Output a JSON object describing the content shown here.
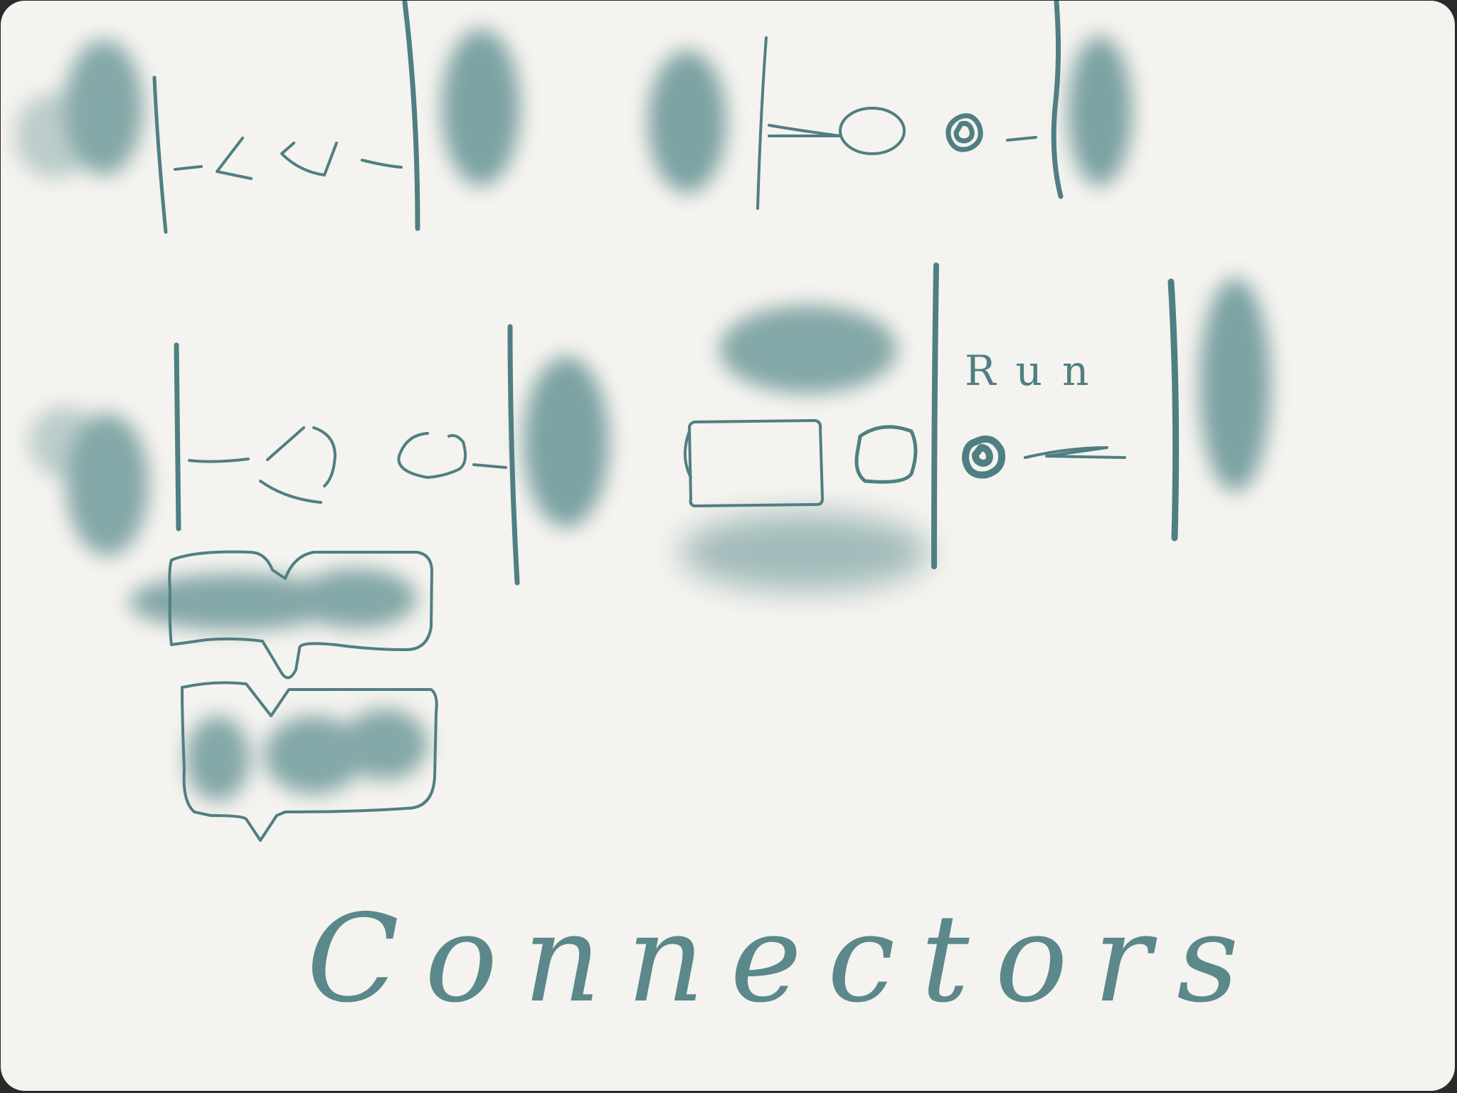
{
  "canvas": {
    "paper_color": "#f5f3ef",
    "ink_color": "#4f7f82",
    "wash_color": "#5e8e90"
  },
  "sketch": {
    "title": "Connectors",
    "inline_label": "Run"
  },
  "diagrams": [
    {
      "id": "connector-arrows",
      "description_icon": "open-arrow-connector"
    },
    {
      "id": "connector-circle-dot",
      "description_icon": "circle-dot-connector"
    },
    {
      "id": "connector-loop-arrows",
      "description_icon": "loop-arrow-connector"
    },
    {
      "id": "connector-run-card",
      "description_icon": "labelled-run-connector"
    },
    {
      "id": "speech-bubbles",
      "description_icon": "speech-bubble-icon"
    }
  ]
}
